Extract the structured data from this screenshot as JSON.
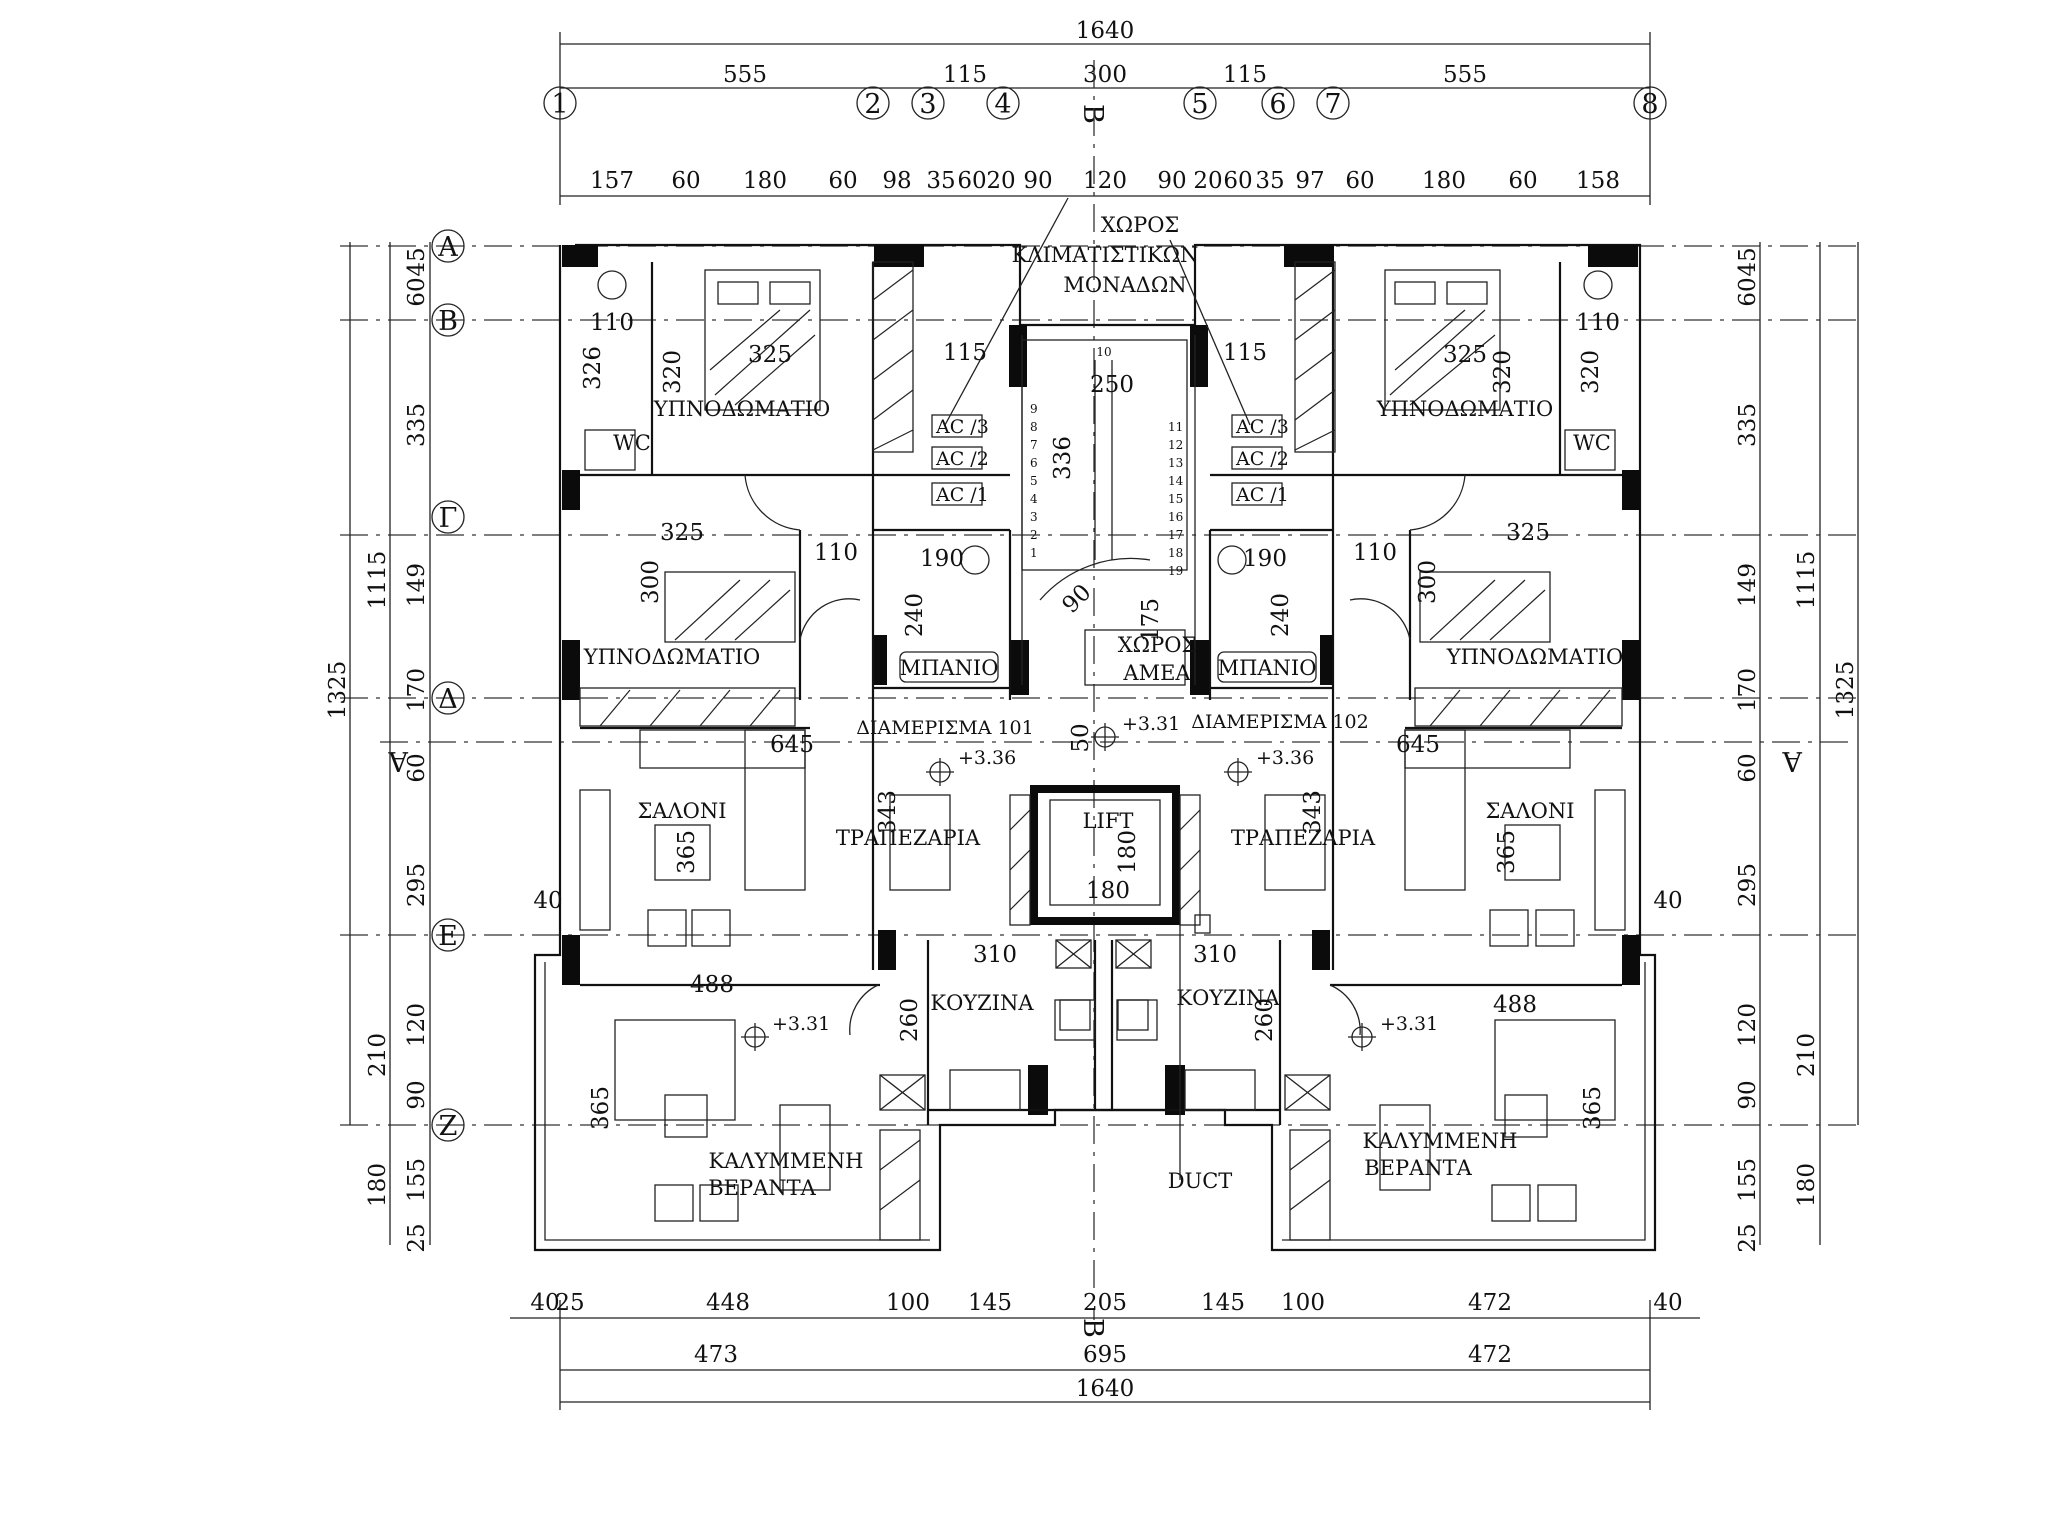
{
  "dimensions": {
    "top_total": "1640",
    "top_row1": [
      "555",
      "115",
      "300",
      "115",
      "555"
    ],
    "top_row2": [
      "157",
      "60",
      "180",
      "60",
      "98",
      "35",
      "60",
      "20",
      "90",
      "120",
      "90",
      "20",
      "60",
      "35",
      "97",
      "60",
      "180",
      "60",
      "158"
    ],
    "bottom_row1": [
      "40",
      "25",
      "448",
      "100",
      "145",
      "205",
      "145",
      "100",
      "472",
      "40"
    ],
    "bottom_row2": [
      "473",
      "695",
      "472"
    ],
    "bottom_total": "1640",
    "left_inner": [
      "60",
      "45",
      "335",
      "149",
      "170",
      "60",
      "295",
      "120",
      "90",
      "155",
      "25"
    ],
    "left_mid": [
      "1115",
      "210",
      "180"
    ],
    "left_total": "1325",
    "right_inner": [
      "45",
      "60",
      "335",
      "149",
      "170",
      "60",
      "295",
      "120",
      "90",
      "155",
      "25"
    ],
    "right_mid": [
      "1115",
      "210",
      "180"
    ],
    "right_total": "1325"
  },
  "axes": {
    "columns": [
      "1",
      "2",
      "3",
      "4",
      "5",
      "6",
      "7",
      "8"
    ],
    "rows": [
      "A",
      "B",
      "Γ",
      "Δ",
      "E",
      "Z"
    ],
    "section_vertical": "B",
    "section_horizontal": "A"
  },
  "rooms": {
    "bedroom_top_left": "ΥΠΝΟΔΩΜΑΤΙΟ",
    "bedroom_top_right": "ΥΠΝΟΔΩΜΑΤΙΟ",
    "bedroom_mid_left": "ΥΠΝΟΔΩΜΑΤΙΟ",
    "bedroom_mid_right": "ΥΠΝΟΔΩΜΑΤΙΟ",
    "ac_space": [
      "ΧΩΡΟΣ",
      "ΚΛΙΜΑΤΙΣΤΙΚΩΝ",
      "ΜΟΝΑΔΩΝ"
    ],
    "bath_left": "ΜΠΑΝΙΟ",
    "bath_right": "ΜΠΑΝΙΟ",
    "wc_left": "WC",
    "wc_right": "WC",
    "amea_space": [
      "ΧΩΡΟΣ",
      "ΑΜΕΑ"
    ],
    "apartment_101": "ΔΙΑΜΕΡΙΣΜΑ 101",
    "apartment_102": "ΔΙΑΜΕΡΙΣΜΑ 102",
    "living_left": "ΣΑΛΟΝΙ",
    "living_right": "ΣΑΛΟΝΙ",
    "dining_left": "ΤΡΑΠΕΖΑΡΙΑ",
    "dining_right": "ΤΡΑΠΕΖΑΡΙΑ",
    "lift": "LIFT",
    "kitchen_left": "ΚΟΥΖΙΝΑ",
    "kitchen_right": "ΚΟΥΖΙΝΑ",
    "veranda_left": [
      "ΚΑΛΥΜΜΕΝΗ",
      "ΒΕΡΑΝΤΑ"
    ],
    "veranda_right": [
      "ΚΑΛΥΜΜΕΝΗ",
      "ΒΕΡΑΝΤΑ"
    ],
    "duct": "DUCT"
  },
  "ac_units": [
    "AC /3",
    "AC /2",
    "AC /1"
  ],
  "levels": {
    "apt_101": "+3.36",
    "apt_102": "+3.36",
    "lobby": "+3.31",
    "veranda_left": "+3.31",
    "veranda_right": "+3.31"
  },
  "room_dims": {
    "bed1_w": "325",
    "bed1_h": "320",
    "bed_small": "110",
    "wc_w": "320",
    "bed2_w": "325",
    "bed2_h": "300",
    "hall": "110",
    "ac_w": "115",
    "bath_w": "190",
    "bath_h": "240",
    "stair_w": "250",
    "stair_h": "336",
    "amea": "175",
    "amea_r": "90",
    "lobby_h": "50",
    "living_w": "645",
    "living_h": "365",
    "dining_h": "343",
    "lift_w": "180",
    "lift_h": "180",
    "kitchen_w": "310",
    "kitchen_h": "260",
    "veranda_w": "488",
    "veranda_h": "365",
    "wall_40": "40",
    "wc_side": "326"
  },
  "stair_steps_left": [
    "9",
    "8",
    "7",
    "6",
    "5",
    "4",
    "3",
    "2",
    "1"
  ],
  "stair_steps_right": [
    "11",
    "12",
    "13",
    "14",
    "15",
    "16",
    "17",
    "18",
    "19"
  ],
  "stair_top": "10"
}
